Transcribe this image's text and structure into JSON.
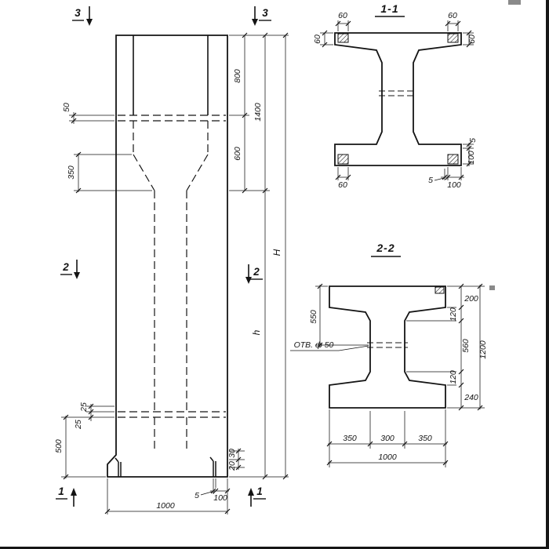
{
  "style": {
    "ink": "#141414",
    "paper": "#ffffff"
  },
  "elevation": {
    "marker3": "3",
    "marker2": "2",
    "marker1": "1",
    "dim_50": "50",
    "dim_350": "350",
    "dim_800": "800",
    "dim_600": "600",
    "dim_1400": "1400",
    "dim_H": "H",
    "dim_h": "h",
    "dim_25a": "25",
    "dim_25b": "25",
    "dim_500": "500",
    "dim_30": "30",
    "dim_20": "20",
    "dim_5": "5",
    "dim_100": "100",
    "dim_1000": "1000"
  },
  "section_1_1": {
    "title": "1-1",
    "dim_60_top_left": "60",
    "dim_60_top_right": "60",
    "dim_60_left": "60",
    "dim_60_right": "60",
    "dim_60_bottom": "60",
    "dim_5_bottom": "5",
    "dim_100_bottom": "100",
    "dim_5_right": "5",
    "dim_100_right": "100"
  },
  "section_2_2": {
    "title": "2-2",
    "dim_550": "550",
    "hole_label": "ОТВ. ф 50",
    "dim_200_top": "200",
    "dim_120_upper": "120",
    "dim_560": "560",
    "dim_1200": "1200",
    "dim_120_lower": "120",
    "dim_240_bottom": "240",
    "dim_350_left": "350",
    "dim_300": "300",
    "dim_350_right": "350",
    "dim_1000": "1000"
  }
}
